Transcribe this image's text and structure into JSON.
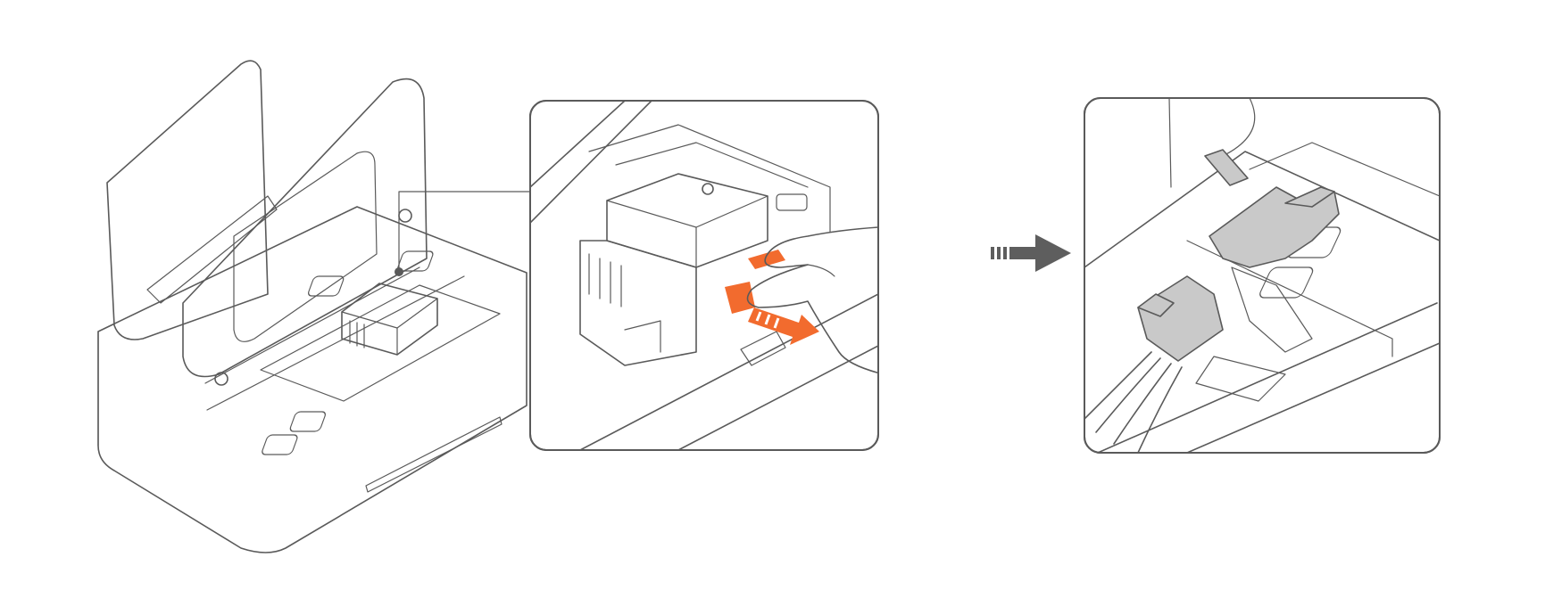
{
  "colors": {
    "line": "#5a5a5a",
    "accent": "#f26b2e",
    "part_fill": "#c9c9c9",
    "arrow_fill": "#5e5e5e",
    "background": "#ffffff"
  },
  "panels": {
    "overview": {
      "icon": "charging-dock-open-lid"
    },
    "detail": {
      "icon": "hand-pressing-release-tabs",
      "accent_arrow": "pull-direction-arrow"
    },
    "result": {
      "icon": "connector-removed"
    }
  },
  "step_arrow": {
    "icon": "next-step-arrow"
  },
  "logo_mark": {
    "text": ""
  }
}
